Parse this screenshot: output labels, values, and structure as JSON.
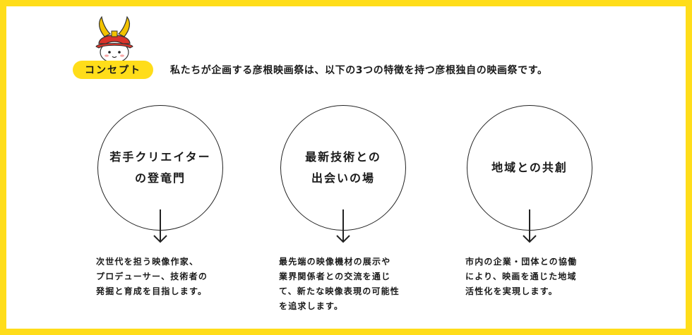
{
  "concept": {
    "tag": "コンセプト",
    "intro": "私たちが企画する彦根映画祭は、以下の3つの特徴を持つ彦根独自の映画祭です。"
  },
  "features": [
    {
      "title": "若手クリエイター\nの登竜門",
      "description": "次世代を担う映像作家、\nプロデューサー、技術者の\n発掘と育成を目指します。"
    },
    {
      "title": "最新技術との\n出会いの場",
      "description": "最先端の映像機材の展示や\n業界関係者との交流を通じ\nて、新たな映像表現の可能性\nを追求します。"
    },
    {
      "title": "地域との共創",
      "description": "市内の企業・団体との協働\nにより、映画を通じた地域\n活性化を実現します。"
    }
  ],
  "colors": {
    "accent": "#ffdd1a",
    "mascot_helmet": "#d9342b",
    "mascot_horns": "#f2c200"
  },
  "icons": {
    "mascot": "samurai-cat-mascot-icon",
    "arrow": "arrow-down-icon"
  }
}
